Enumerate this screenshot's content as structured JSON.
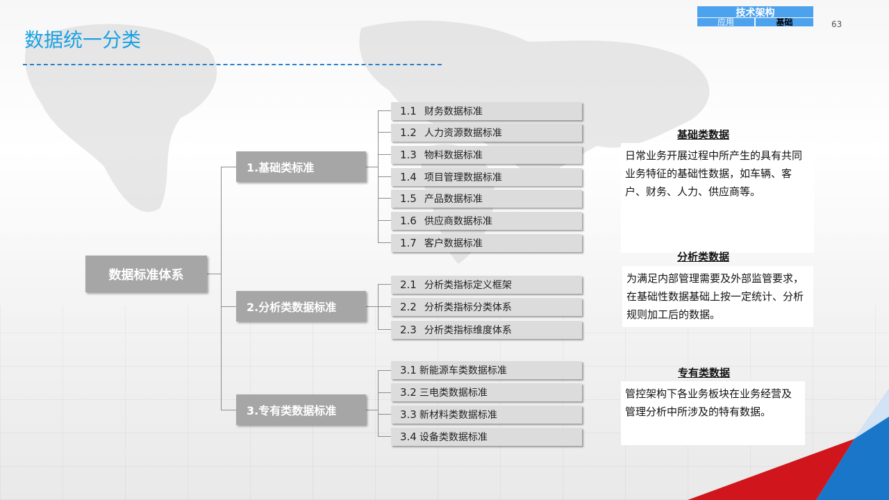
{
  "header": {
    "title": "数据统一分类",
    "page_number": "63"
  },
  "arch_nav": {
    "label": "技术架构",
    "tabs": [
      {
        "label": "应用",
        "active": false
      },
      {
        "label": "基础",
        "active": true
      }
    ],
    "accent": "#4da2ee"
  },
  "tree": {
    "root": "数据标准体系",
    "categories": [
      {
        "label": "1.基础类标准",
        "items": [
          {
            "num": "1.1",
            "text": "财务数据标准"
          },
          {
            "num": "1.2",
            "text": "人力资源数据标准"
          },
          {
            "num": "1.3",
            "text": "物料数据标准"
          },
          {
            "num": "1.4",
            "text": "项目管理数据标准"
          },
          {
            "num": "1.5",
            "text": "产品数据标准"
          },
          {
            "num": "1.6",
            "text": "供应商数据标准"
          },
          {
            "num": "1.7",
            "text": "客户数据标准"
          }
        ]
      },
      {
        "label": "2.分析类数据标准",
        "items": [
          {
            "num": "2.1",
            "text": "分析类指标定义框架"
          },
          {
            "num": "2.2",
            "text": "分析类指标分类体系"
          },
          {
            "num": "2.3",
            "text": "分析类指标维度体系"
          }
        ]
      },
      {
        "label": "3.专有类数据标准",
        "items": [
          {
            "num": "3.1",
            "text": "新能源车类数据标准"
          },
          {
            "num": "3.2",
            "text": "三电类数据标准"
          },
          {
            "num": "3.3",
            "text": "新材料类数据标准"
          },
          {
            "num": "3.4",
            "text": "设备类数据标准"
          }
        ]
      }
    ]
  },
  "descriptions": [
    {
      "title": "基础类数据",
      "text": "日常业务开展过程中所产生的具有共同业务特征的基础性数据，如车辆、客户、财务、人力、供应商等。"
    },
    {
      "title": "分析类数据",
      "text": "为满足内部管理需要及外部监管要求，在基础性数据基础上按一定统计、分析规则加工后的数据。"
    },
    {
      "title": "专有类数据",
      "text": "管控架构下各业务板块在业务经营及管理分析中所涉及的特有数据。"
    }
  ],
  "colors": {
    "title": "#1aa1e4",
    "node_dark": "#a6a6a6",
    "node_light": "#dcdcdc",
    "flag_red": "#d0161c",
    "flag_blue": "#1a76c8"
  }
}
